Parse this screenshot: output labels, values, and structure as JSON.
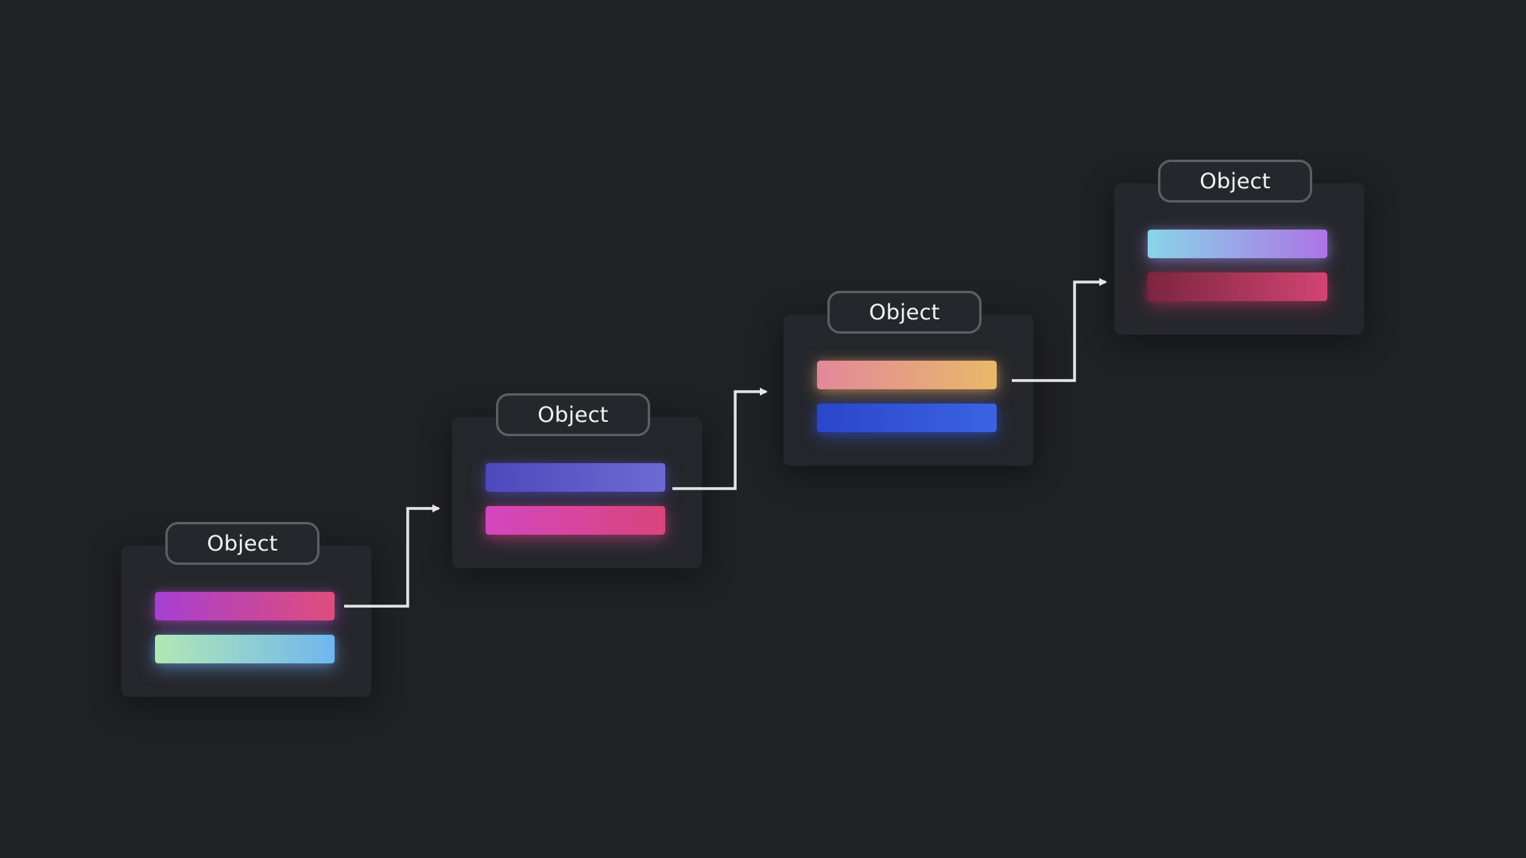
{
  "nodes": [
    {
      "label": "Object",
      "bars": [
        {
          "from": "#a63fd1",
          "to": "#df4d7a",
          "glow": "#b14bc9"
        },
        {
          "from": "#b2e8b4",
          "to": "#6fb6ee",
          "glow": "#6aa6ea"
        }
      ]
    },
    {
      "label": "Object",
      "bars": [
        {
          "from": "#4d49bd",
          "to": "#6e6ad2",
          "glow": "#5552c2"
        },
        {
          "from": "#d346c0",
          "to": "#d9457a",
          "glow": "#cf4189"
        }
      ]
    },
    {
      "label": "Object",
      "bars": [
        {
          "from": "#e3889a",
          "to": "#e8b968",
          "glow": "#e4a56f"
        },
        {
          "from": "#2b46c9",
          "to": "#3a63e2",
          "glow": "#3152d8"
        }
      ]
    },
    {
      "label": "Object",
      "bars": [
        {
          "from": "#88d5e8",
          "to": "#ae73e6",
          "glow": "#9f8de3"
        },
        {
          "from": "#7c2540",
          "to": "#d24473",
          "glow": "#b8345f"
        }
      ]
    }
  ],
  "connector_color": "#e6e6e8"
}
